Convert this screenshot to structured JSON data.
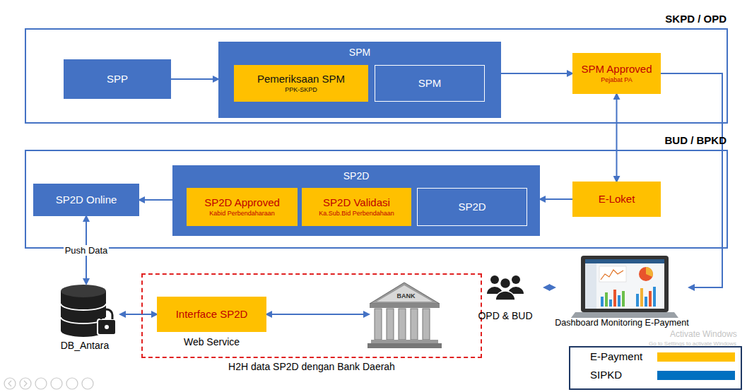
{
  "diagram": {
    "nodes": [
      {
        "text": [
          "SKPD / OPD"
        ]
      },
      {
        "text": [
          "SPP"
        ],
        "in": 0
      },
      {
        "text": [
          "SPM"
        ],
        "in": 0
      },
      {
        "text": [
          "Pemeriksaan SPM",
          "PPK-SKPD"
        ],
        "in": 2
      },
      {
        "text": [
          "SPM"
        ],
        "in": 2
      },
      {
        "text": [
          "SPM Approved",
          "Pejabat PA"
        ],
        "in": 0
      },
      {
        "text": [
          "BUD / BPKD"
        ]
      },
      {
        "text": [
          "SP2D Online"
        ],
        "in": 6
      },
      {
        "text": [
          "SP2D"
        ],
        "in": 6
      },
      {
        "text": [
          "SP2D Approved",
          "Kabid Perbendaharaan"
        ],
        "in": 8
      },
      {
        "text": [
          "SP2D Validasi",
          "Ka.Sub.Bid Perbendahaan"
        ],
        "in": 8
      },
      {
        "text": [
          "SP2D"
        ],
        "in": 8
      },
      {
        "text": [
          "E-Loket"
        ],
        "in": 6
      },
      {
        "text": [
          "DB_Antara"
        ]
      },
      {
        "text": [
          "H2H data SP2D dengan Bank Daerah"
        ]
      },
      {
        "text": [
          "Interface SP2D",
          "Web Service"
        ],
        "in": 14
      },
      {
        "text": [
          "BANK"
        ],
        "in": 14
      },
      {
        "text": [
          "OPD & BUD"
        ]
      },
      {
        "text": [
          "Dashboard Monitoring E-Payment"
        ]
      }
    ],
    "edges": [
      {
        "from": 1,
        "to": 2,
        "arrow": "to"
      },
      {
        "from": 2,
        "to": 5,
        "arrow": "to"
      },
      {
        "from": 5,
        "to": 12,
        "arrow": "both"
      },
      {
        "from": 12,
        "to": 8,
        "arrow": "to"
      },
      {
        "from": 8,
        "to": 7,
        "arrow": "to"
      },
      {
        "from": 7,
        "to": 13,
        "label": "Push Data",
        "arrow": "both"
      },
      {
        "from": 13,
        "to": 15,
        "arrow": "both"
      },
      {
        "from": 15,
        "to": 16,
        "arrow": "both"
      },
      {
        "from": 17,
        "to": 18,
        "arrow": "both"
      },
      {
        "from": 5,
        "to": 18,
        "arrow": "to"
      }
    ],
    "labels": [
      "Activate Windows",
      "Go to Settings to activate Windows"
    ],
    "legend": [
      {
        "text": "E-Payment",
        "color": "#FFC000"
      },
      {
        "text": "SIPKD",
        "color": "#0070C0"
      }
    ]
  }
}
